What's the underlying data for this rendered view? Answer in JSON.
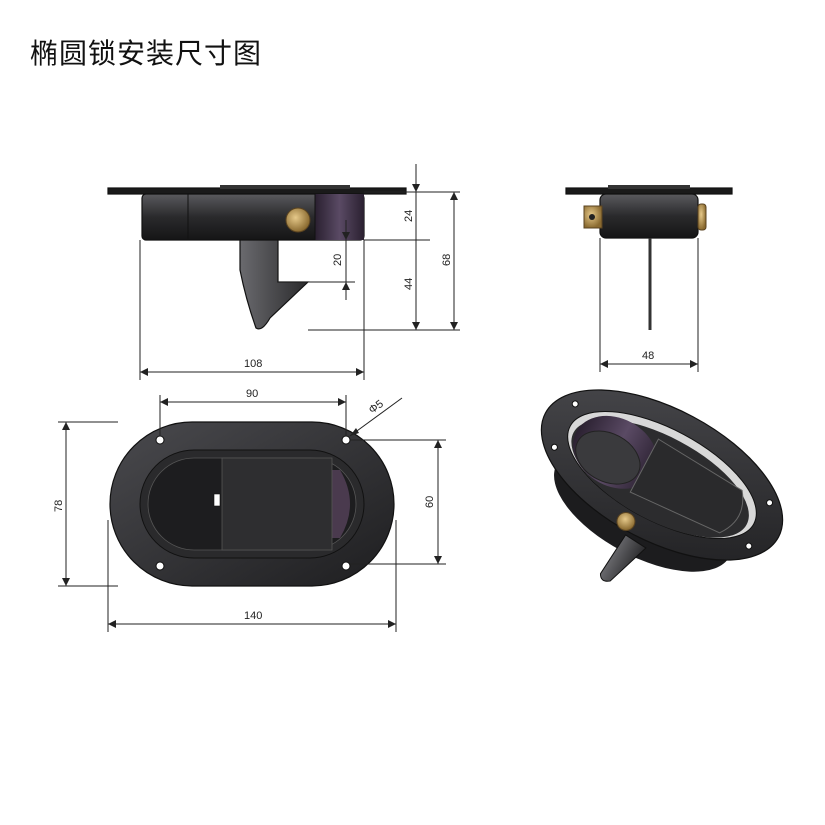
{
  "title": "椭圆锁安装尺寸图",
  "dimensions": {
    "front_width": "108",
    "flange_height": "24",
    "latch_offset": "20",
    "latch_depth": "44",
    "total_height": "68",
    "side_width": "48",
    "hole_spacing": "90",
    "hole_diameter": "Φ5",
    "body_height_top": "78",
    "hole_spacing_vertical": "60",
    "flange_width": "140"
  },
  "colors": {
    "body_dark": "#2c2c2e",
    "body_mid": "#3a3a3d",
    "recess_purple": "#4a3a4e",
    "brass": "#b8924a",
    "line": "#111111"
  }
}
